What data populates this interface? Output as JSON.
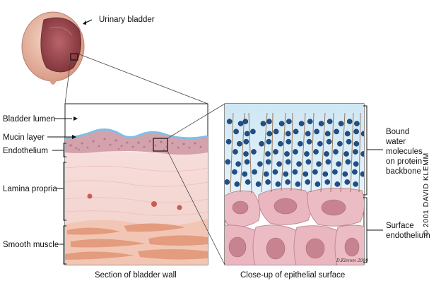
{
  "labels": {
    "urinary_bladder": "Urinary bladder",
    "bladder_lumen": "Bladder lumen",
    "mucin_layer": "Mucin layer",
    "endothelium": "Endothelium",
    "lamina_propria": "Lamina propria",
    "smooth_muscle": "Smooth muscle",
    "section_caption": "Section of bladder wall",
    "closeup_caption": "Close-up of epithelial surface",
    "bound_water": "Bound water molecules on protein backbone",
    "surface_endothelium": "Surface endothelium"
  },
  "credit": "© 2001 DAVID KLEMM",
  "signature": "D.Klemm 2000",
  "colors": {
    "bladder_outer": "#e9b7a2",
    "bladder_inner": "#9c4a4a",
    "mucin": "#8ec9e6",
    "endothelium": "#c99aa6",
    "lamina": "#f5d9d6",
    "muscle": "#e7a486",
    "water_bg": "#d6ebf6",
    "water_dot": "#1f4f86",
    "cell": "#e9b4bd",
    "nucleus": "#c57d8c"
  }
}
